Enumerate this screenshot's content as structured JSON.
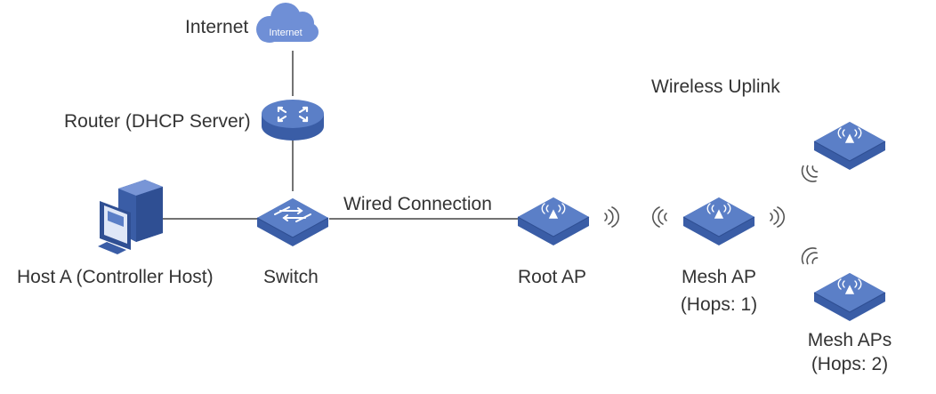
{
  "colors": {
    "device_top": "#5b7fc7",
    "device_side": "#3a5da6",
    "device_edge": "#2f4f93",
    "cloud": "#6f8fd6",
    "line": "#444444",
    "text": "#333333"
  },
  "nodes": {
    "internet": {
      "label": "Internet",
      "icon_text": "Internet",
      "icon": "cloud-icon"
    },
    "router": {
      "label": "Router (DHCP Server)",
      "icon": "router-icon"
    },
    "host": {
      "label": "Host A (Controller Host)",
      "icon": "computer-icon"
    },
    "switch": {
      "label": "Switch",
      "icon": "switch-icon"
    },
    "root_ap": {
      "label": "Root AP",
      "icon": "access-point-icon"
    },
    "mesh_ap": {
      "label_line1": "Mesh AP",
      "label_line2": "(Hops: 1)",
      "icon": "access-point-icon"
    },
    "mesh_aps": {
      "label_line1": "Mesh APs",
      "label_line2": "(Hops: 2)",
      "icon": "access-point-icon"
    }
  },
  "links": {
    "wired_label": "Wired Connection",
    "wireless_label": "Wireless Uplink"
  }
}
